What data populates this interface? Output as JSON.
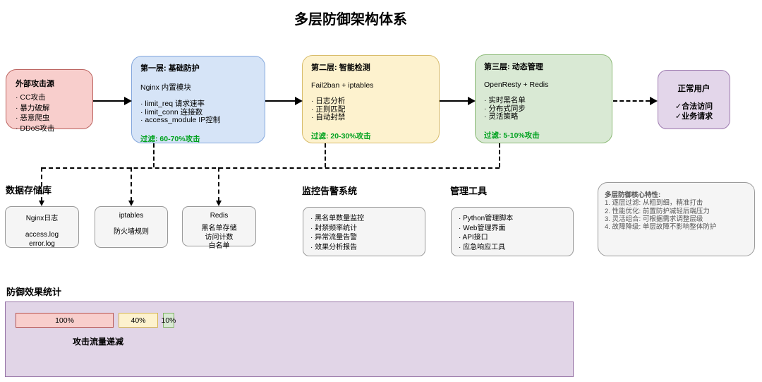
{
  "title": "多层防御架构体系",
  "flow": {
    "attack_source": {
      "title": "外部攻击源",
      "items": [
        "· CC攻击",
        "· 暴力破解",
        "· 恶意爬虫",
        "· DDoS攻击"
      ]
    },
    "layer1": {
      "title": "第一层: 基础防护",
      "subtitle": "Nginx 内置模块",
      "items": [
        "· limit_req 请求速率",
        "· limit_conn 连接数",
        "· access_module IP控制"
      ],
      "filter": "过滤: 60-70%攻击"
    },
    "layer2": {
      "title": "第二层: 智能检测",
      "subtitle": "Fail2ban + iptables",
      "items": [
        "· 日志分析",
        "· 正则匹配",
        "· 自动封禁"
      ],
      "filter": "过滤: 20-30%攻击"
    },
    "layer3": {
      "title": "第三层: 动态管理",
      "subtitle": "OpenResty + Redis",
      "items": [
        "· 实时黑名单",
        "· 分布式同步",
        "· 灵活策略"
      ],
      "filter": "过滤: 5-10%攻击"
    },
    "normal_users": {
      "title": "正常用户",
      "items": [
        "✓合法访问",
        "✓业务请求"
      ]
    }
  },
  "storage": {
    "label": "数据存储库",
    "boxes": [
      {
        "title": "Nginx日志",
        "lines": [
          "access.log",
          "error.log"
        ]
      },
      {
        "title": "iptables",
        "lines": [
          "防火墙规则"
        ]
      },
      {
        "title": "Redis",
        "lines": [
          "黑名单存储",
          "访问计数",
          "白名单"
        ]
      }
    ]
  },
  "monitoring": {
    "label": "监控告警系统",
    "items": [
      "· 黑名单数量监控",
      "· 封禁频率统计",
      "· 异常流量告警",
      "· 效果分析报告"
    ]
  },
  "management": {
    "label": "管理工具",
    "items": [
      "· Python管理脚本",
      "· Web管理界面",
      "· API接口",
      "· 应急响应工具"
    ]
  },
  "features": {
    "title": "多层防御核心特性:",
    "items": [
      "1. 逐层过滤: 从粗到细，精准打击",
      "2. 性能优化: 前置防护减轻后端压力",
      "3. 灵活组合: 可根据需求调整层级",
      "4. 故障降级: 单层故障不影响整体防护"
    ]
  },
  "stats": {
    "label": "防御效果统计",
    "caption": "攻击流量递减",
    "bars": [
      {
        "value": "100%",
        "fill": "#f8cecc",
        "border": "#b85450"
      },
      {
        "value": "40%",
        "fill": "#fdf2ce",
        "border": "#d6b656"
      },
      {
        "value": "10%",
        "fill": "#d9e9d4",
        "border": "#82b366"
      }
    ]
  },
  "colors": {
    "attack_fill": "#f8cecc",
    "attack_border": "#bc6460",
    "layer1_fill": "#d6e4f7",
    "layer1_border": "#85a8dd",
    "layer2_fill": "#fdf2ce",
    "layer2_border": "#d8bc6b",
    "layer3_fill": "#d9e9d4",
    "layer3_border": "#8cba77",
    "users_fill": "#e3d6ea",
    "users_border": "#9e7bb0",
    "gray_fill": "#f5f5f5",
    "gray_border": "#9a9a9a",
    "panel_fill": "#e1d5e7",
    "panel_border": "#9673a6",
    "filter_text": "#00a21f"
  }
}
